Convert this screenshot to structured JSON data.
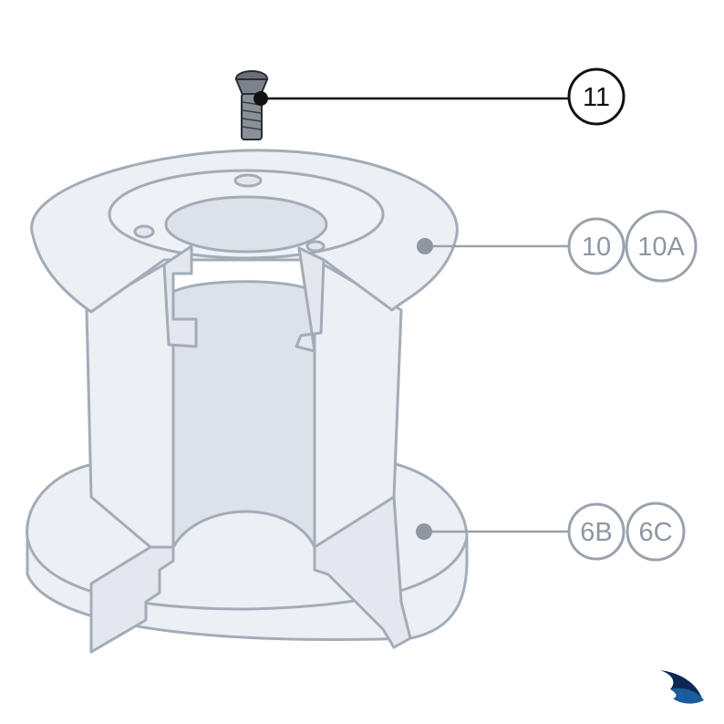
{
  "callouts": {
    "screw": "11",
    "top_flange_a": "10",
    "top_flange_b": "10A",
    "bottom_flange_a": "6B",
    "bottom_flange_b": "6C"
  },
  "colors": {
    "part_fill": "#eceff4",
    "part_edge": "#a3acb8",
    "inner_shade": "#dde2ea",
    "leader_dark": "#111111",
    "leader_light": "#9aa2ad",
    "dot": "#8e96a0",
    "logo_blue": "#1a5c9c",
    "logo_dark": "#0b2a52"
  },
  "icons": {
    "screw": "countersunk-screw-icon",
    "logo": "brand-logo-icon"
  }
}
